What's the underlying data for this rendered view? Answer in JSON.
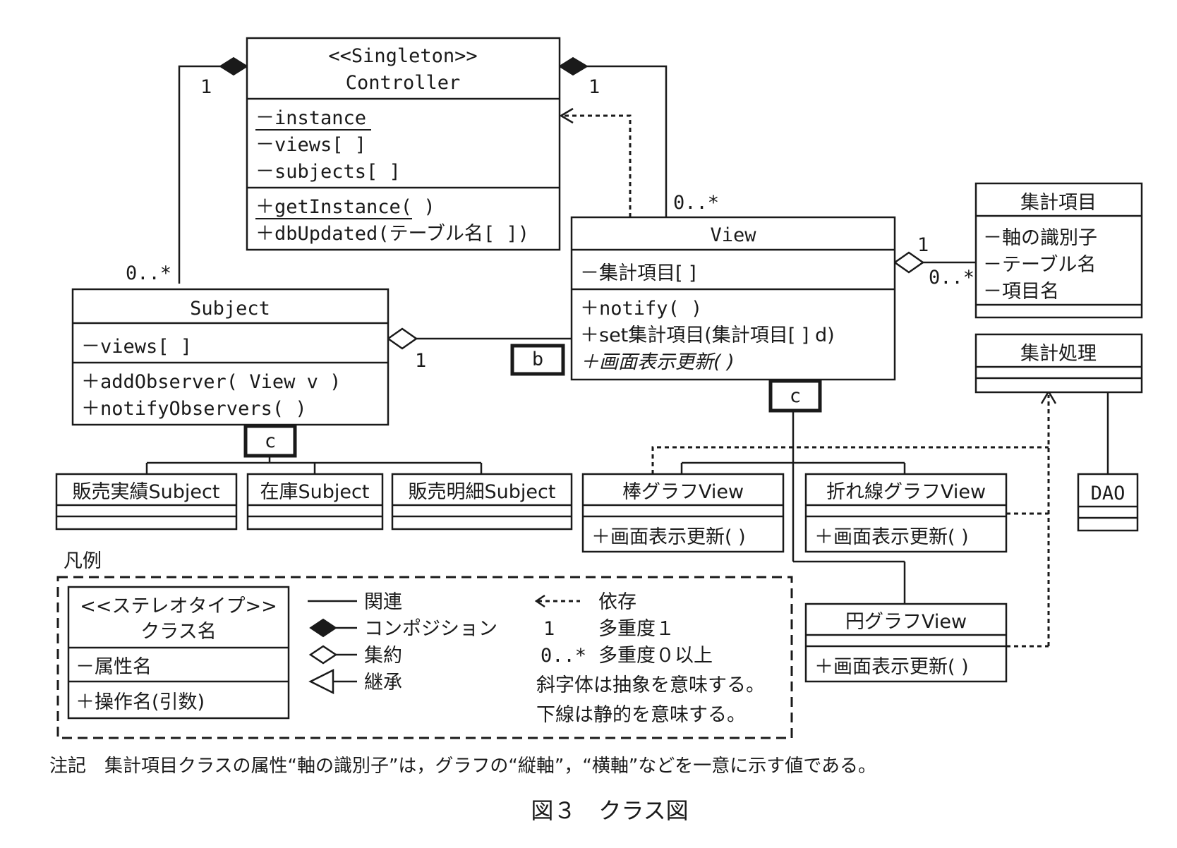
{
  "figure": {
    "caption": "図３　クラス図",
    "note": "注記　集計項目クラスの属性“軸の識別子”は，グラフの“縦軸”，“横軸”などを一意に示す値である。"
  },
  "classes": {
    "controller": {
      "stereotype": "<<Singleton>>",
      "name": "Controller",
      "attributes": [
        "－instance",
        "－views[ ]",
        "－subjects[ ]"
      ],
      "operations": [
        "＋getInstance( )",
        "＋dbUpdated(テーブル名[ ])"
      ]
    },
    "view": {
      "name": "View",
      "attributes": [
        "－集計項目[ ]"
      ],
      "operations": [
        "＋notify( )",
        "＋set集計項目(集計項目[ ] d)",
        "＋画面表示更新( )"
      ]
    },
    "subject": {
      "name": "Subject",
      "attributes": [
        "－views[ ]"
      ],
      "operations": [
        "＋addObserver( View v )",
        "＋notifyObservers( )"
      ]
    },
    "aggregate_item": {
      "name": "集計項目",
      "attributes": [
        "－軸の識別子",
        "－テーブル名",
        "－項目名"
      ]
    },
    "aggregate_process": {
      "name": "集計処理"
    },
    "dao": {
      "name": "DAO"
    },
    "sales_result_subject": {
      "name": "販売実績Subject"
    },
    "stock_subject": {
      "name": "在庫Subject"
    },
    "sales_detail_subject": {
      "name": "販売明細Subject"
    },
    "bar_graph_view": {
      "name": "棒グラフView",
      "operations": [
        "＋画面表示更新( )"
      ]
    },
    "line_graph_view": {
      "name": "折れ線グラフView",
      "operations": [
        "＋画面表示更新( )"
      ]
    },
    "pie_graph_view": {
      "name": "円グラフView",
      "operations": [
        "＋画面表示更新( )"
      ]
    }
  },
  "multiplicities": {
    "controller_subject_top": "1",
    "controller_subject_bottom": "0..*",
    "controller_view_top": "1",
    "controller_view_bottom": "0..*",
    "subject_view": "1",
    "view_item_view_side": "1",
    "view_item_item_side": "0..*"
  },
  "blanks": {
    "b": "b",
    "c_subject": "c",
    "c_view": "c"
  },
  "legend": {
    "title": "凡例",
    "sample_class": {
      "stereotype": "<<ステレオタイプ>>",
      "name": "クラス名",
      "attribute": "－属性名",
      "operation": "＋操作名(引数)"
    },
    "association": "関連",
    "composition": "コンポジション",
    "aggregation": "集約",
    "inheritance": "継承",
    "dependency": "依存",
    "mult_one_symbol": "1",
    "mult_one_label": "多重度１",
    "mult_many_symbol": "0..*",
    "mult_many_label": "多重度０以上",
    "italic_note": "斜字体は抽象を意味する。",
    "underline_note": "下線は静的を意味する。"
  }
}
